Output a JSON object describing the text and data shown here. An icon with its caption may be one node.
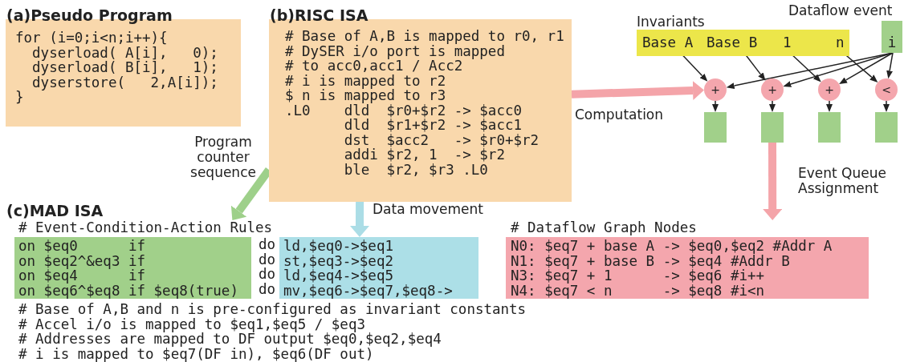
{
  "diagram": {
    "nodes": [
      {
        "text": [
          "(a)Pseudo Program",
          "for (i=0;i<n;i++){",
          "  dyserload( A[i],   0);",
          "  dyserload( B[i],   1);",
          "  dyserstore(   2,A[i]);",
          "}"
        ]
      },
      {
        "text": [
          "(b)RISC ISA",
          "# Base of A,B is mapped to r0, r1",
          "# DySER i/o port is mapped",
          "# to acc0,acc1 / Acc2",
          "# i is mapped to r2",
          "$ n is mapped to r3",
          ".L0    dld  $r0+$r2 -> $acc0",
          "       dld  $r1+$r2 -> $acc1",
          "       dst  $acc2   -> $r0+$r2",
          "       addi $r2, 1  -> $r2",
          "       ble  $r2, $r3 .L0"
        ]
      },
      {
        "text": [
          "Invariants"
        ]
      },
      {
        "text": [
          "Base A"
        ],
        "in": 2
      },
      {
        "text": [
          "Base B"
        ],
        "in": 2
      },
      {
        "text": [
          "1"
        ],
        "in": 2
      },
      {
        "text": [
          "n"
        ],
        "in": 2
      },
      {
        "text": [
          "Dataflow event",
          "i"
        ]
      },
      {
        "text": [
          "+"
        ]
      },
      {
        "text": [
          "+"
        ]
      },
      {
        "text": [
          "+"
        ]
      },
      {
        "text": [
          "<"
        ]
      },
      {
        "text": [],
        "shape": "box"
      },
      {
        "text": [],
        "shape": "box"
      },
      {
        "text": [],
        "shape": "box"
      },
      {
        "text": [],
        "shape": "box"
      },
      {
        "text": [
          "# Event-Condition-Action Rules",
          "on $eq0      if",
          "on $eq2^&eq3 if",
          "on $eq4      if",
          "on $eq6^$eq8 if $eq8(true)"
        ]
      },
      {
        "text": [
          "ld,$eq0->$eq1",
          "st,$eq3->$eq2",
          "ld,$eq4->$eq5",
          "mv,$eq6->$eq7,$eq8->"
        ]
      },
      {
        "text": [
          "# Dataflow Graph Nodes",
          "N0: $eq7 + base A -> $eq0,$eq2 #Addr A",
          "N1: $eq7 + base B -> $eq4 #Addr B",
          "N3: $eq7 + 1      -> $eq6 #i++",
          "N4: $eq7 < n      -> $eq8 #i<n"
        ]
      }
    ],
    "edges": [
      {
        "from": 1,
        "to": 16,
        "arrow": "to",
        "label": "Program counter sequence",
        "style": "thick",
        "color": "#9ed08a"
      },
      {
        "from": 1,
        "to": 17,
        "arrow": "to",
        "label": "Data movement",
        "style": "thick",
        "color": "#abdde6"
      },
      {
        "from": 1,
        "to": 8,
        "arrow": "to",
        "label": "Computation",
        "style": "thick",
        "color": "#f4a4a9"
      },
      {
        "from": 13,
        "to": 18,
        "arrow": "to",
        "label": "Event Queue Assignment",
        "style": "thick",
        "color": "#f4a4a9"
      },
      {
        "from": 3,
        "to": 8,
        "arrow": "to"
      },
      {
        "from": 4,
        "to": 9,
        "arrow": "to"
      },
      {
        "from": 5,
        "to": 10,
        "arrow": "to"
      },
      {
        "from": 6,
        "to": 11,
        "arrow": "to"
      },
      {
        "from": 7,
        "to": 8,
        "arrow": "to"
      },
      {
        "from": 7,
        "to": 9,
        "arrow": "to"
      },
      {
        "from": 7,
        "to": 10,
        "arrow": "to"
      },
      {
        "from": 7,
        "to": 11,
        "arrow": "to"
      },
      {
        "from": 8,
        "to": 12,
        "arrow": "to"
      },
      {
        "from": 9,
        "to": 13,
        "arrow": "to"
      },
      {
        "from": 10,
        "to": 14,
        "arrow": "to"
      },
      {
        "from": 11,
        "to": 15,
        "arrow": "to"
      }
    ],
    "labels": [
      "(c)MAD ISA",
      "do",
      "do",
      "do",
      "do",
      "# Base of A,B and n is pre-configured as invariant constants",
      "# Accel i/o is mapped to $eq1,$eq5 / $eq3",
      "# Addresses are mapped to DF output $eq0,$eq2,$eq4",
      "# i is mapped to $eq7(DF in), $eq6(DF out)"
    ]
  }
}
